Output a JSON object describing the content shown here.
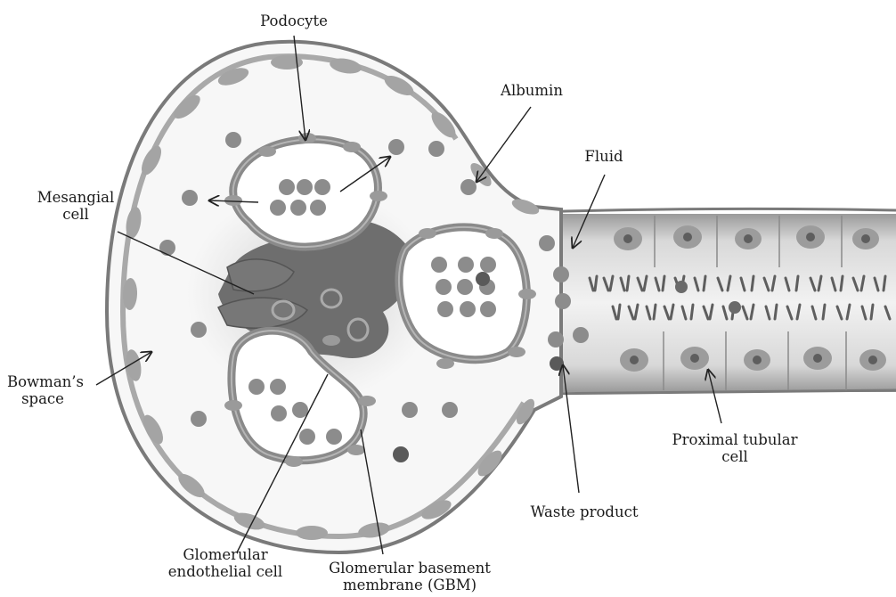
{
  "labels": {
    "podocyte": "Podocyte",
    "albumin": "Albumin",
    "fluid": "Fluid",
    "mesangial_1": "Mesangial",
    "mesangial_2": "cell",
    "bowman_1": "Bowman’s",
    "bowman_2": "space",
    "proximal_1": "Proximal tubular",
    "proximal_2": "cell",
    "waste": "Waste product",
    "endo_1": "Glomerular",
    "endo_2": "endothelial cell",
    "gbm_1": "Glomerular  basement",
    "gbm_2": "membrane (GBM)"
  },
  "colors": {
    "capsule_outline": "#7a7a7a",
    "capsule_cell": "#9c9c9c",
    "mesangium": "#6e6e6e",
    "capillary_wall": "#8a8a8a",
    "dot_albumin": "#8c8c8c",
    "dot_waste": "#5a5a5a",
    "tubule": "#c8c8c8",
    "microvilli": "#6a6a6a"
  }
}
